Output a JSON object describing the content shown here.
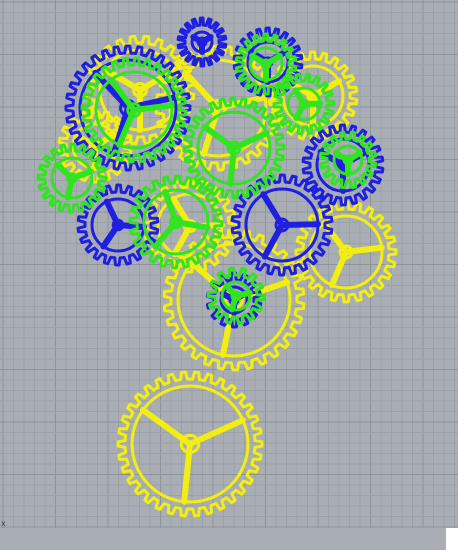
{
  "viewport": {
    "background": "#a9aeb4",
    "grid_minor_color": "#9ca1a8",
    "grid_major_color": "#8e939a",
    "axis_label": "x"
  },
  "gear_colors": {
    "yellow": "#f2ee12",
    "blue": "#1f1fe0",
    "green": "#32e321"
  },
  "gears": [
    {
      "id": "gear-yellow-bottom-large",
      "color": "yellow",
      "teeth": 34
    },
    {
      "id": "gear-yellow-mid-large",
      "color": "yellow",
      "teeth": 30
    },
    {
      "id": "gear-yellow-right",
      "color": "yellow",
      "teeth": 24
    },
    {
      "id": "gear-yellow-top-center",
      "color": "yellow",
      "teeth": 28
    },
    {
      "id": "gear-yellow-top-right",
      "color": "yellow",
      "teeth": 22
    },
    {
      "id": "gear-yellow-left-small",
      "color": "yellow",
      "teeth": 18
    },
    {
      "id": "gear-yellow-left-bottom",
      "color": "yellow",
      "teeth": 20
    },
    {
      "id": "gear-yellow-top-left",
      "color": "yellow",
      "teeth": 24
    },
    {
      "id": "gear-blue-top-left-large",
      "color": "blue",
      "teeth": 32
    },
    {
      "id": "gear-blue-top-small",
      "color": "blue",
      "teeth": 18
    },
    {
      "id": "gear-blue-top-right",
      "color": "blue",
      "teeth": 22
    },
    {
      "id": "gear-blue-right",
      "color": "blue",
      "teeth": 22
    },
    {
      "id": "gear-blue-center",
      "color": "blue",
      "teeth": 26
    },
    {
      "id": "gear-blue-left",
      "color": "blue",
      "teeth": 22
    },
    {
      "id": "gear-blue-lower-small",
      "color": "blue",
      "teeth": 14
    },
    {
      "id": "gear-green-top-left",
      "color": "green",
      "teeth": 28
    },
    {
      "id": "gear-green-top-right",
      "color": "green",
      "teeth": 18
    },
    {
      "id": "gear-green-right",
      "color": "green",
      "teeth": 18
    },
    {
      "id": "gear-green-far-right",
      "color": "green",
      "teeth": 16
    },
    {
      "id": "gear-green-center",
      "color": "green",
      "teeth": 28
    },
    {
      "id": "gear-green-left",
      "color": "green",
      "teeth": 20
    },
    {
      "id": "gear-green-lower-left",
      "color": "green",
      "teeth": 24
    },
    {
      "id": "gear-green-lower-small",
      "color": "green",
      "teeth": 14
    }
  ]
}
